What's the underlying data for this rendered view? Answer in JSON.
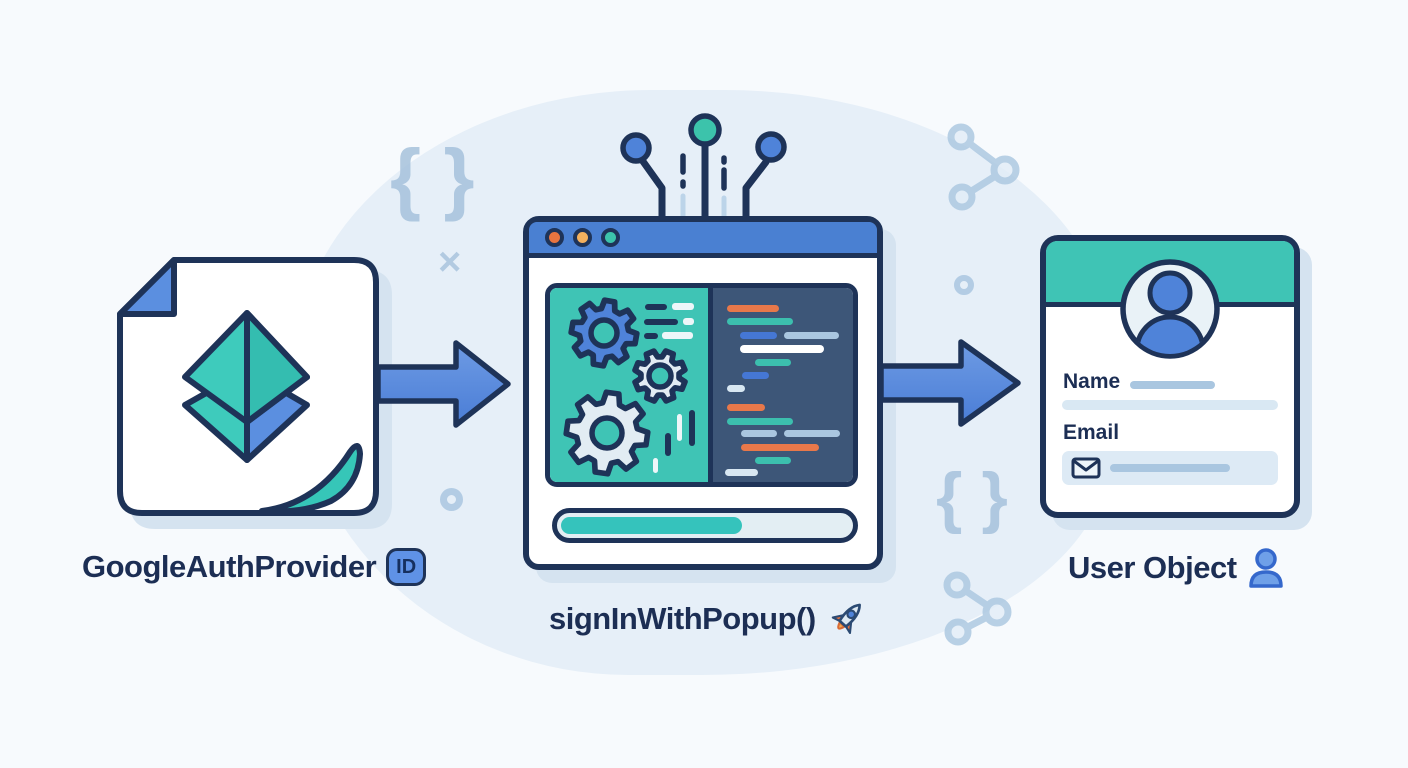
{
  "scene": {
    "type": "firebase-google-auth-flow-diagram"
  },
  "provider": {
    "label": "GoogleAuthProvider",
    "badge": "ID",
    "icon": "document-with-diamond-logo-icon"
  },
  "popup": {
    "label": "signInWithPopup()",
    "icon": "rocket-icon",
    "browser": {
      "window_controls": [
        "close-dot",
        "minimize-dot",
        "maximize-dot"
      ],
      "panels": [
        "gears-panel",
        "code-panel"
      ],
      "progress_percent": 63
    }
  },
  "user": {
    "label": "User Object",
    "icon": "person-icon",
    "card": {
      "name_label": "Name",
      "email_label": "Email",
      "email_icon": "envelope-icon",
      "avatar_icon": "avatar-person-icon"
    }
  },
  "arrows": [
    "provider-to-popup",
    "popup-to-user"
  ],
  "decorations": {
    "braces": "{ }",
    "cross": "×",
    "shapes": [
      "curly-braces",
      "cross",
      "ring",
      "share-nodes",
      "circuit-traces"
    ]
  },
  "colors": {
    "navy": "#1e3358",
    "blue": "#4f83d9",
    "teal": "#3fc4b5",
    "orange": "#e8743f",
    "amber": "#f2b05e",
    "code_panel": "#3d5678",
    "light_blue": "#a9c6e0",
    "background_blob": "#e6eff8"
  }
}
